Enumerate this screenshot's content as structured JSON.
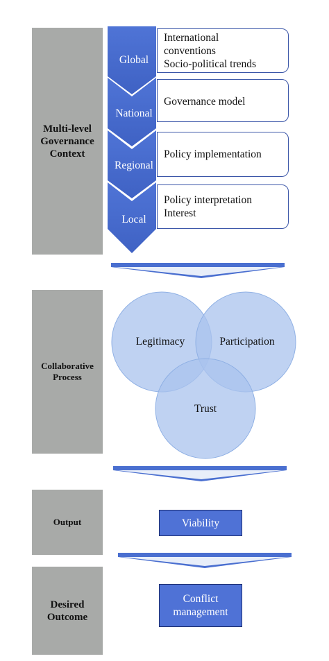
{
  "sections": {
    "context": {
      "lines": [
        "Multi-level",
        "Governance",
        "Context"
      ]
    },
    "process": {
      "lines": [
        "Collaborative",
        "Process"
      ]
    },
    "output": {
      "label": "Output"
    },
    "outcome": {
      "lines": [
        "Desired",
        "Outcome"
      ]
    }
  },
  "levels": [
    {
      "name": "Global",
      "description": [
        "International",
        "conventions",
        "Socio-political trends"
      ]
    },
    {
      "name": "National",
      "description": [
        "Governance model"
      ]
    },
    {
      "name": "Regional",
      "description": [
        "Policy implementation"
      ]
    },
    {
      "name": "Local",
      "description": [
        "Policy interpretation",
        "Interest"
      ]
    }
  ],
  "circles": {
    "a": "Legitimacy",
    "b": "Participation",
    "c": "Trust"
  },
  "output_box": "Viability",
  "outcome_box": [
    "Conflict",
    "management"
  ],
  "colors": {
    "gray_panel": "#a8aaa8",
    "chevron_blue": "#4a6fd0",
    "circle_fill": "#a9c3ee",
    "box_blue": "#4f72d6"
  }
}
